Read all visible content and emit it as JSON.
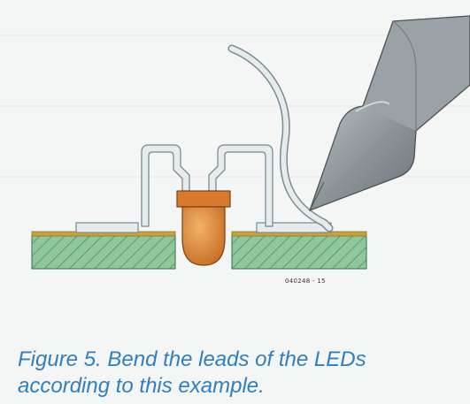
{
  "figure": {
    "id_label": "040248 - 15"
  },
  "caption": {
    "line1": "Figure 5. Bend the leads of the LEDs",
    "line2": "according to this example."
  },
  "colors": {
    "pcb": "#8fc79d",
    "pcb_hatch": "#4f8f63",
    "copper": "#c9a23c",
    "led_body": "#dd8a3a",
    "lead_fill": "#e6ebec",
    "lead_stroke": "#7a8a92",
    "iron": "#8f979c",
    "caption": "#2f7fc0"
  },
  "icons": [
    "soldering-iron-icon",
    "led-icon"
  ]
}
